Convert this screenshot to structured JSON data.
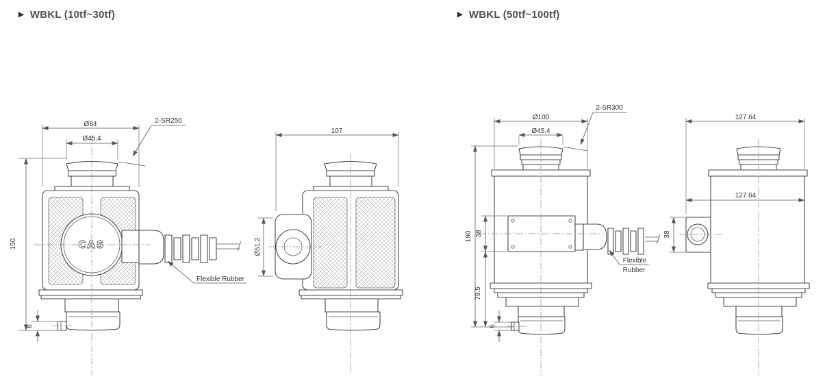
{
  "left_panel": {
    "bullet": "▶",
    "title": "WBKL (10tf~30tf)",
    "front_view": {
      "dia_body": "Ø84",
      "dia_cap": "Ø45.4",
      "sphere_note": "2-SR250",
      "height": "150",
      "base_offset": "6",
      "cable_note": "Flexible Rubber",
      "logo": "CAS"
    },
    "side_view": {
      "width": "107",
      "boss_dia": "Ø51.2"
    }
  },
  "right_panel": {
    "bullet": "▶",
    "title": "WBKL (50tf~100tf)",
    "front_view": {
      "dia_body": "Ø100",
      "dia_cap": "Ø45.4",
      "sphere_note": "2-SR300",
      "height": "190",
      "plate_height": "38",
      "base_height": "79.5",
      "base_offset": "6",
      "cable_note_line1": "Flexible",
      "cable_note_line2": "Rubber"
    },
    "side_view": {
      "width_overall": "127.64",
      "width_body": "127.64",
      "boss_size": "38"
    }
  },
  "colors": {
    "outline": "#474747",
    "dimension": "#555555",
    "text": "#333333",
    "centerline": "#8a8a8a",
    "title": "#4f4f4f"
  }
}
